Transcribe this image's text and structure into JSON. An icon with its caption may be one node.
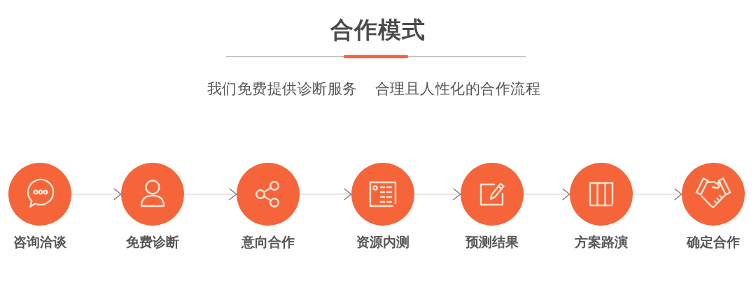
{
  "diagram": {
    "title": "合作模式",
    "nodes": [
      {
        "text": [
          "咨询洽谈"
        ]
      },
      {
        "text": [
          "免费诊断"
        ]
      },
      {
        "text": [
          "意向合作"
        ]
      },
      {
        "text": [
          "资源内测"
        ]
      },
      {
        "text": [
          "预测结果"
        ]
      },
      {
        "text": [
          "方案路演"
        ]
      },
      {
        "text": [
          "确定合作"
        ]
      }
    ],
    "edges": [
      {
        "from": 0,
        "to": 1,
        "arrow": "to"
      },
      {
        "from": 1,
        "to": 2,
        "arrow": "to"
      },
      {
        "from": 2,
        "to": 3,
        "arrow": "to"
      },
      {
        "from": 3,
        "to": 4,
        "arrow": "to"
      },
      {
        "from": 4,
        "to": 5,
        "arrow": "to"
      },
      {
        "from": 5,
        "to": 6,
        "arrow": "to"
      }
    ],
    "labels": [
      "我们免费提供诊断服务",
      "合理且人性化的合作流程"
    ]
  }
}
